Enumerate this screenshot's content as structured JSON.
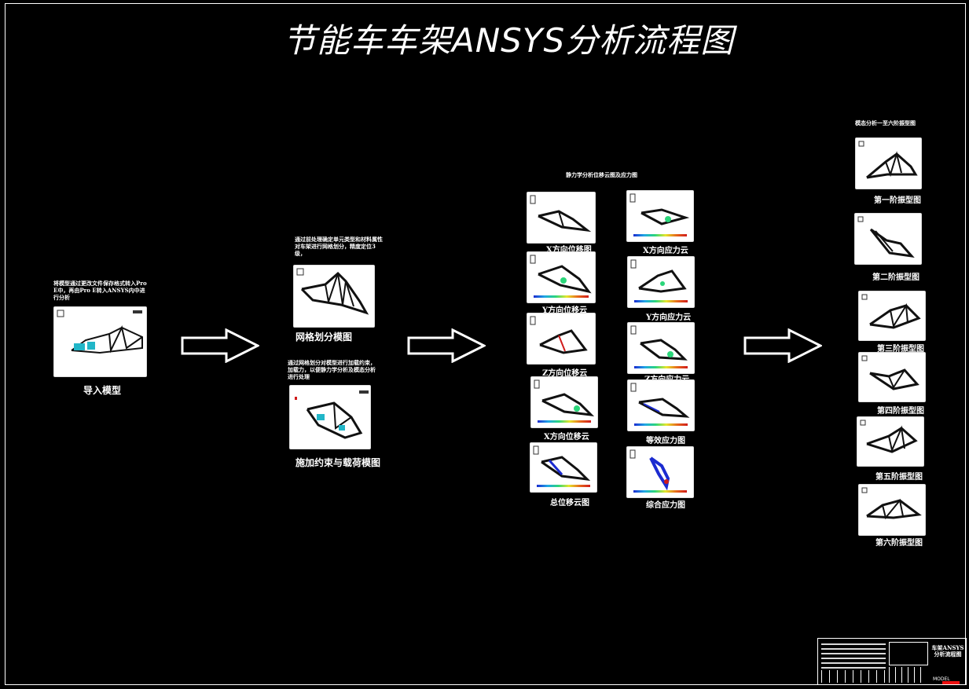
{
  "title": "节能车车架ANSYS分析流程图",
  "stage1": {
    "description": "将模型通过更改文件保存格式转入Pro E中，再由Pro E转入ANSYS内中进行分析",
    "caption": "导入模型"
  },
  "stage2": {
    "mesh_description": "通过前处理确定单元类型和材料属性对车架进行网格划分，精度定位3级，",
    "mesh_caption": "网格划分模图",
    "load_description": "通过网格划分对模型进行加载约束，加载力，以便静力学分析及模态分析进行处理",
    "load_caption": "施加约束与载荷模图"
  },
  "stage3": {
    "header": "静力学分析位移云图及应力图",
    "left_captions": [
      "X方向位移图",
      "Y方向位移云",
      "Z方向位移云",
      "X方向位移云",
      "总位移云图"
    ],
    "right_captions": [
      "X方向应力云",
      "Y方向应力云",
      "Z方向应力云",
      "等效应力图",
      "综合应力图"
    ]
  },
  "stage4": {
    "header": "模态分析一至六阶振型图",
    "captions": [
      "第一阶振型图",
      "第二阶振型图",
      "第三阶振型图",
      "第四阶振型图",
      "第五阶振型图",
      "第六阶振型图"
    ]
  },
  "title_block": {
    "drawing_name": "车架ANSYS分析流程图",
    "model_label": "MODEL"
  },
  "colors": {
    "background": "#000000",
    "foreground": "#ffffff",
    "accent_cyan": "#21b6c8",
    "accent_green": "#2bd67a",
    "accent_red": "#d01b1b"
  }
}
